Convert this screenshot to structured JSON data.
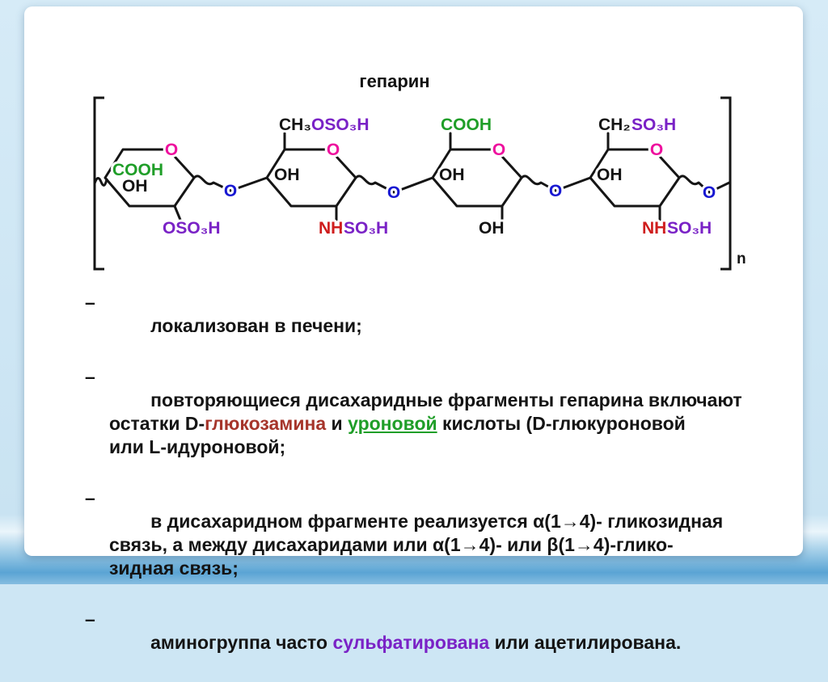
{
  "slide": {
    "title": "гепарин"
  },
  "structure": {
    "ring_oxygen": "O",
    "glyco_oxygen": "O",
    "repeat_index": "n",
    "ring1": {
      "cooh": "COOH",
      "oh": "OH",
      "oso3h": "OSO₃H"
    },
    "ring2": {
      "ch3": "CH₃",
      "oso3h_top": "OSO₃H",
      "oh": "OH",
      "nh": "NH",
      "so3h": "SO₃H"
    },
    "ring3": {
      "cooh": "COOH",
      "oh_top": "OH",
      "oh_bottom": "OH"
    },
    "ring4": {
      "ch2": "CH₂",
      "so3h_top": "SO₃H",
      "oh": "OH",
      "nh": "NH",
      "so3h": "SO₃H"
    }
  },
  "bullets": [
    {
      "marker": "–",
      "segments": [
        "локализован в печени;"
      ]
    },
    {
      "marker": "–",
      "segments": [
        "повторяющиеся дисахаридные фрагменты гепарина включают\nостатки D-",
        "глюкозамина",
        " и ",
        "уроновой",
        " кислоты (D-глюкуроновой\nили L-идуроновой;"
      ]
    },
    {
      "marker": "–",
      "segments": [
        "в дисахаридном фрагменте реализуется α(1→4)- гликозидная\nсвязь, а между дисахаридами или α(1→4)- или β(1→4)-глико-\nзидная связь;"
      ]
    },
    {
      "marker": "–",
      "segments": [
        "аминогруппа часто ",
        "сульфатирована",
        " или ацетилирована."
      ]
    }
  ],
  "colors": {
    "ring_oxygen": "#ee109e",
    "glycosidic_oxygen": "#1818d2",
    "carboxyl_green": "#1f9e28",
    "sulfate_purple": "#7a22c6",
    "amine_red": "#cf1d1d",
    "glucosamine_text": "#a6352b",
    "uronic_text": "#1f9e28",
    "sulfated_text": "#7a22c6",
    "card_background": "#ffffff",
    "page_background": "#cde6f4"
  }
}
